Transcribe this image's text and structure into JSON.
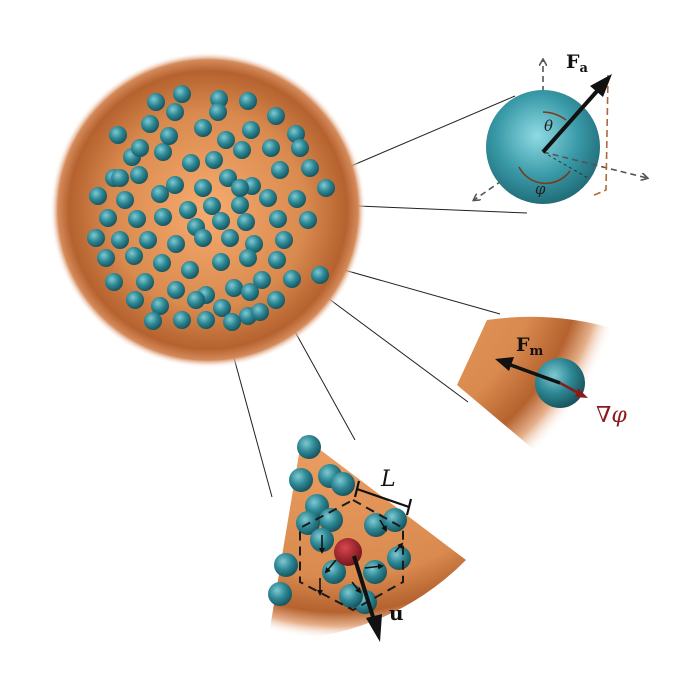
{
  "labels": {
    "active_force": "F",
    "active_force_sub": "a",
    "theta": "θ",
    "phi_angle": "φ",
    "magnetic_force": "F",
    "magnetic_force_sub": "m",
    "gradient": "∇φ",
    "box_length": "L",
    "velocity": "u"
  },
  "colors": {
    "droplet_light": "#f5a86b",
    "droplet_mid": "#d9874c",
    "droplet_dark": "#a9592a",
    "particle_light": "#8fd6de",
    "particle_mid": "#2f8c98",
    "particle_dark": "#124c56",
    "highlight_particle": "#a3202a",
    "gradient_arrow": "#8b1a1a",
    "text": "#111111",
    "leader_line": "#222222",
    "axis_dash": "#555555",
    "theta_guide": "#b0673a"
  },
  "icons": [
    "bold-arrow",
    "dashed-axis",
    "dashed-hexagon"
  ]
}
